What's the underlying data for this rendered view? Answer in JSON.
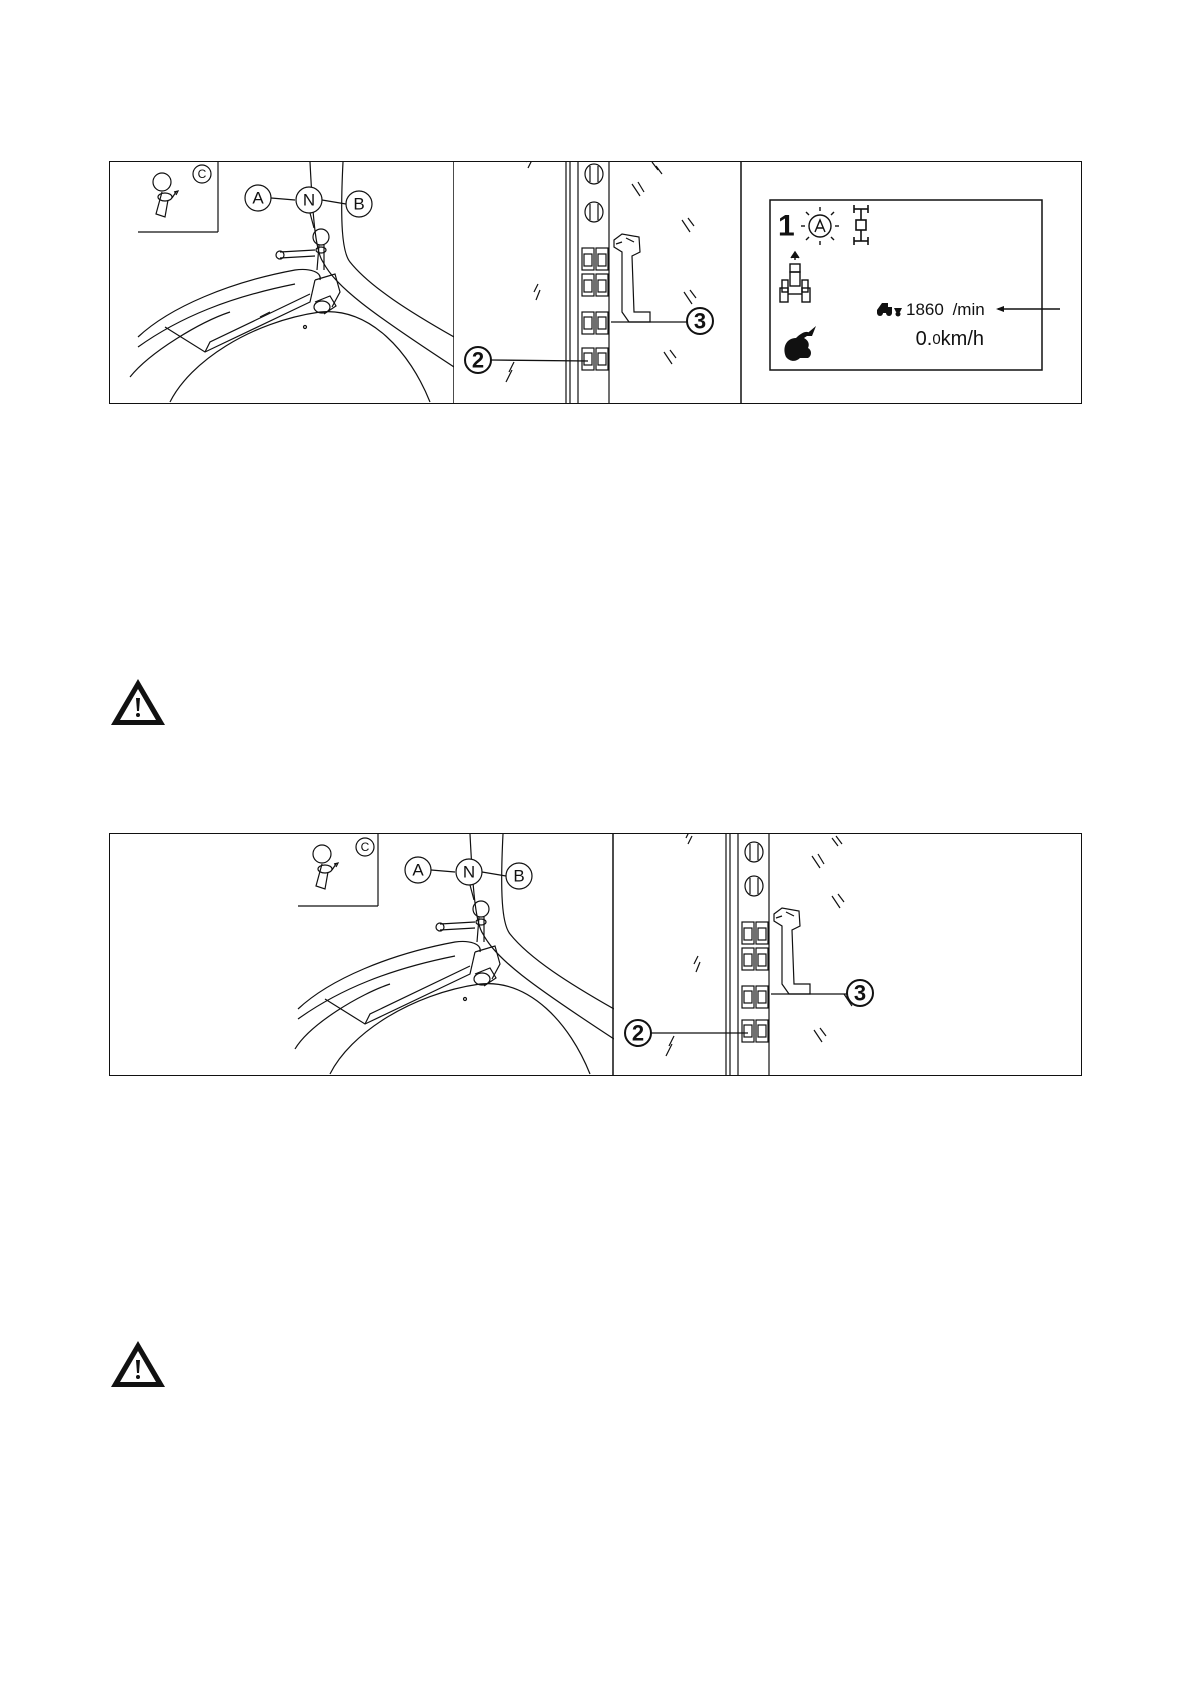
{
  "figure1": {
    "lever": {
      "inset_label": "C",
      "pos_a": "A",
      "pos_n": "N",
      "pos_b": "B"
    },
    "switch_panel": {
      "callout_2": "2",
      "callout_3": "3"
    },
    "display": {
      "gear": "1",
      "rpm_value": "1860",
      "rpm_unit": "/min",
      "speed_int": "0.",
      "speed_dec": "0",
      "speed_unit": "km/h"
    }
  },
  "figure2": {
    "lever": {
      "inset_label": "C",
      "pos_a": "A",
      "pos_n": "N",
      "pos_b": "B"
    },
    "switch_panel": {
      "callout_2": "2",
      "callout_3": "3"
    }
  },
  "icons": [
    "warning-icon",
    "auto-mode-icon",
    "axle-icon",
    "tractor-forward-icon",
    "tractor-pto-icon",
    "rabbit-icon"
  ],
  "colors": {
    "line": "#111111",
    "background": "#ffffff"
  }
}
